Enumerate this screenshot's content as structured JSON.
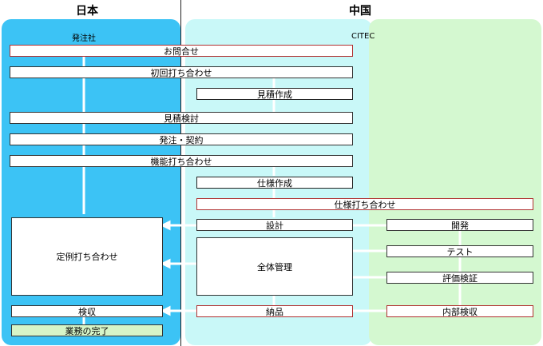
{
  "headers": {
    "japan": "日本",
    "china": "中国"
  },
  "lane_labels": {
    "orderer": "発注社",
    "citec": "CITEC"
  },
  "boxes": {
    "inquiry": "お問合せ",
    "first_meeting": "初回打ち合わせ",
    "estimate_create": "見積作成",
    "estimate_review": "見積検討",
    "order_contract": "発注・契約",
    "function_meeting": "機能打ち合わせ",
    "spec_create": "仕様作成",
    "spec_meeting": "仕様打ち合わせ",
    "regular_meeting": "定例打ち合わせ",
    "design": "設計",
    "overall_management": "全体管理",
    "development": "開発",
    "test": "テスト",
    "evaluation": "評価検証",
    "acceptance": "検収",
    "delivery": "納品",
    "internal_inspection": "内部検収",
    "completion": "業務の完了"
  },
  "colors": {
    "japan_lane": "#3cc3f5",
    "china_lane": "#c9f8f8",
    "china_dev_lane": "#d4f8d0",
    "arrow": "#ffffff",
    "completion_box": "#d6f5c8",
    "red_border": "#b03030"
  }
}
